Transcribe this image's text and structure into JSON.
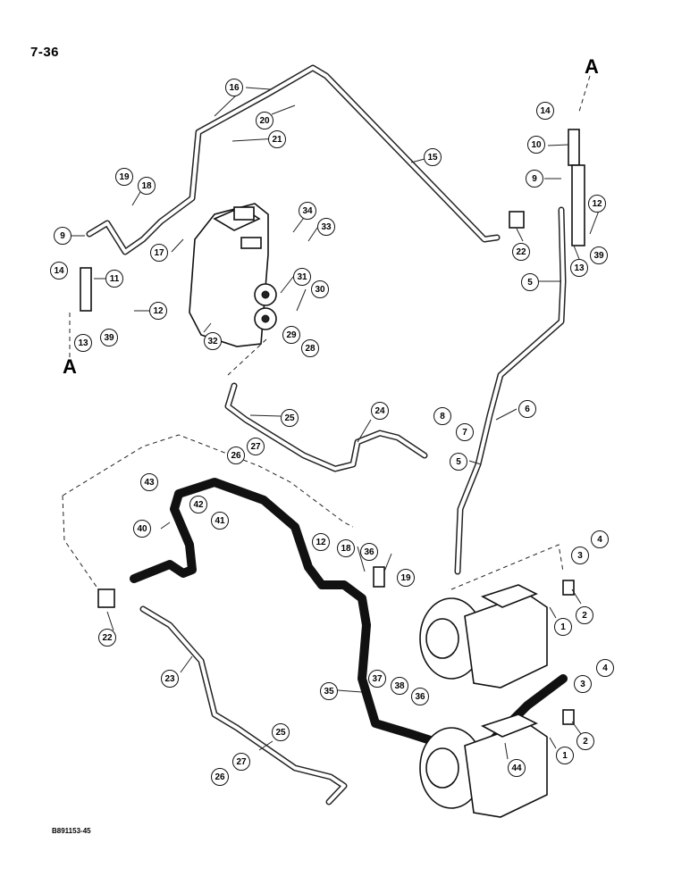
{
  "page": {
    "number": "7-36",
    "figure_code": "B891153-45"
  },
  "arrows": {
    "top_right": "A",
    "left": "A"
  },
  "callouts": {
    "c16": "16",
    "c20": "20",
    "c21": "21",
    "c15": "15",
    "c19a": "19",
    "c18a": "18",
    "c9a": "9",
    "c17": "17",
    "c34": "34",
    "c33": "33",
    "c14a": "14",
    "c11": "11",
    "c31": "31",
    "c30": "30",
    "c12a": "12",
    "c13a": "13",
    "c39a": "39",
    "c32": "32",
    "c29": "29",
    "c28": "28",
    "c14b": "14",
    "c10": "10",
    "c9b": "9",
    "c12b": "12",
    "c22a": "22",
    "c39b": "39",
    "c13b": "13",
    "c5a": "5",
    "c24": "24",
    "c25a": "25",
    "c27a": "27",
    "c26a": "26",
    "c8": "8",
    "c7": "7",
    "c6": "6",
    "c5b": "5",
    "c43": "43",
    "c42": "42",
    "c40": "40",
    "c41": "41",
    "c12c": "12",
    "c18b": "18",
    "c36a": "36",
    "c19b": "19",
    "c4a": "4",
    "c3a": "3",
    "c2a": "2",
    "c1a": "1",
    "c22b": "22",
    "c23": "23",
    "c35": "35",
    "c37": "37",
    "c38": "38",
    "c36b": "36",
    "c4b": "4",
    "c3b": "3",
    "c2b": "2",
    "c1b": "1",
    "c44": "44",
    "c25b": "25",
    "c27b": "27",
    "c26b": "26"
  }
}
